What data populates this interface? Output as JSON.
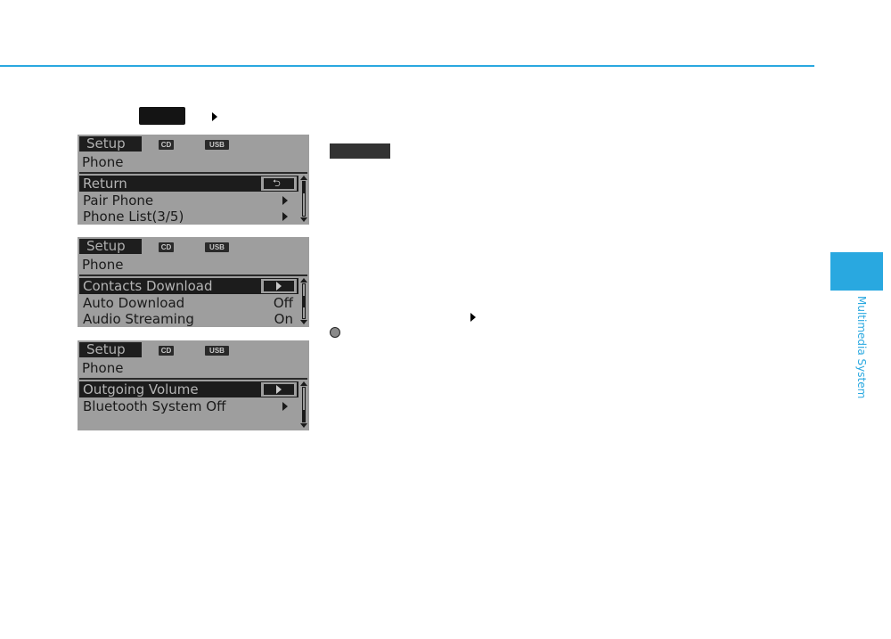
{
  "section_tab_label": "Multimedia System",
  "accent_color": "#29a8e0",
  "screens": [
    {
      "header": "Setup",
      "badges": [
        "CD",
        "USB"
      ],
      "subtitle": "Phone",
      "rows": [
        {
          "label": "Return",
          "value": "",
          "control": "return-icon",
          "selected": true
        },
        {
          "label": "Pair Phone",
          "value": "",
          "control": "arrow",
          "selected": false
        },
        {
          "label": "Phone List(3/5)",
          "value": "",
          "control": "arrow",
          "selected": false
        }
      ],
      "scroll_position": 0
    },
    {
      "header": "Setup",
      "badges": [
        "CD",
        "USB"
      ],
      "subtitle": "Phone",
      "rows": [
        {
          "label": "Contacts Download",
          "value": "",
          "control": "arrow",
          "selected": true
        },
        {
          "label": "Auto Download",
          "value": "Off",
          "control": "",
          "selected": false
        },
        {
          "label": "Audio Streaming",
          "value": "On",
          "control": "",
          "selected": false
        }
      ],
      "scroll_position": 0.5
    },
    {
      "header": "Setup",
      "badges": [
        "CD",
        "USB"
      ],
      "subtitle": "Phone",
      "rows": [
        {
          "label": "Outgoing Volume",
          "value": "",
          "control": "arrow",
          "selected": true
        },
        {
          "label": "Bluetooth System Off",
          "value": "",
          "control": "arrow",
          "selected": false
        }
      ],
      "scroll_position": 1
    }
  ]
}
